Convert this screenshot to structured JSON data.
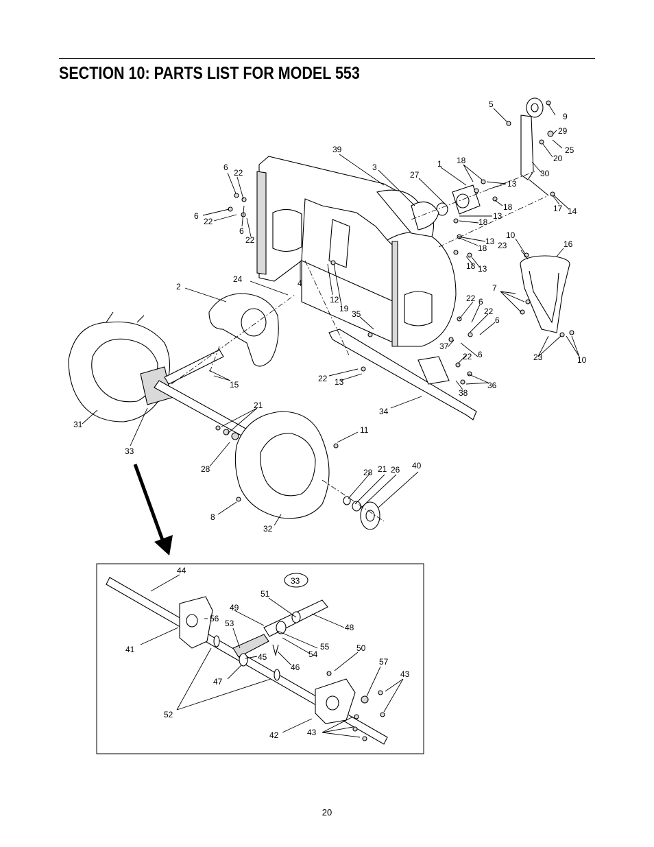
{
  "page": {
    "title": "SECTION 10:  PARTS LIST FOR MODEL 553",
    "page_number": "20"
  },
  "inset": {
    "circled_label": "33"
  },
  "callouts": [
    {
      "id": "c5",
      "text": "5"
    },
    {
      "id": "c9",
      "text": "9"
    },
    {
      "id": "c29",
      "text": "29"
    },
    {
      "id": "c25",
      "text": "25"
    },
    {
      "id": "c20",
      "text": "20"
    },
    {
      "id": "c30",
      "text": "30"
    },
    {
      "id": "c39",
      "text": "39"
    },
    {
      "id": "c3",
      "text": "3"
    },
    {
      "id": "c1",
      "text": "1"
    },
    {
      "id": "c18a",
      "text": "18"
    },
    {
      "id": "c27",
      "text": "27"
    },
    {
      "id": "c13a",
      "text": "13"
    },
    {
      "id": "c18b",
      "text": "18"
    },
    {
      "id": "c13b",
      "text": "13"
    },
    {
      "id": "c18c",
      "text": "18"
    },
    {
      "id": "c13c",
      "text": "13"
    },
    {
      "id": "c18d",
      "text": "18"
    },
    {
      "id": "c18e",
      "text": "18"
    },
    {
      "id": "c13d",
      "text": "13"
    },
    {
      "id": "c17",
      "text": "17"
    },
    {
      "id": "c14",
      "text": "14"
    },
    {
      "id": "c6a",
      "text": "6"
    },
    {
      "id": "c22a",
      "text": "22"
    },
    {
      "id": "c6b",
      "text": "6"
    },
    {
      "id": "c22b",
      "text": "22"
    },
    {
      "id": "c6c",
      "text": "6"
    },
    {
      "id": "c22c",
      "text": "22"
    },
    {
      "id": "c10a",
      "text": "10"
    },
    {
      "id": "c16",
      "text": "16"
    },
    {
      "id": "c23a",
      "text": "23"
    },
    {
      "id": "c24",
      "text": "24"
    },
    {
      "id": "c4",
      "text": "4"
    },
    {
      "id": "c2",
      "text": "2"
    },
    {
      "id": "c12",
      "text": "12"
    },
    {
      "id": "c19",
      "text": "19"
    },
    {
      "id": "c7",
      "text": "7"
    },
    {
      "id": "c22d",
      "text": "22"
    },
    {
      "id": "c6d",
      "text": "6"
    },
    {
      "id": "c22e",
      "text": "22"
    },
    {
      "id": "c6e",
      "text": "6"
    },
    {
      "id": "c35",
      "text": "35"
    },
    {
      "id": "c37",
      "text": "37"
    },
    {
      "id": "c22f",
      "text": "22"
    },
    {
      "id": "c6f",
      "text": "6"
    },
    {
      "id": "c23b",
      "text": "23"
    },
    {
      "id": "c10b",
      "text": "10"
    },
    {
      "id": "c15",
      "text": "15"
    },
    {
      "id": "c22g",
      "text": "22"
    },
    {
      "id": "c13e",
      "text": "13"
    },
    {
      "id": "c36",
      "text": "36"
    },
    {
      "id": "c38",
      "text": "38"
    },
    {
      "id": "c34",
      "text": "34"
    },
    {
      "id": "c31",
      "text": "31"
    },
    {
      "id": "c21a",
      "text": "21"
    },
    {
      "id": "c33",
      "text": "33"
    },
    {
      "id": "c11",
      "text": "11"
    },
    {
      "id": "c28a",
      "text": "28"
    },
    {
      "id": "c40",
      "text": "40"
    },
    {
      "id": "c28b",
      "text": "28"
    },
    {
      "id": "c21b",
      "text": "21"
    },
    {
      "id": "c26",
      "text": "26"
    },
    {
      "id": "c8",
      "text": "8"
    },
    {
      "id": "c32",
      "text": "32"
    },
    {
      "id": "c44",
      "text": "44"
    },
    {
      "id": "c51",
      "text": "51"
    },
    {
      "id": "c49",
      "text": "49"
    },
    {
      "id": "c56",
      "text": "56"
    },
    {
      "id": "c53",
      "text": "53"
    },
    {
      "id": "c48",
      "text": "48"
    },
    {
      "id": "c41",
      "text": "41"
    },
    {
      "id": "c55",
      "text": "55"
    },
    {
      "id": "c54",
      "text": "54"
    },
    {
      "id": "c45",
      "text": "45"
    },
    {
      "id": "c46",
      "text": "46"
    },
    {
      "id": "c50",
      "text": "50"
    },
    {
      "id": "c57",
      "text": "57"
    },
    {
      "id": "c43a",
      "text": "43"
    },
    {
      "id": "c47",
      "text": "47"
    },
    {
      "id": "c52",
      "text": "52"
    },
    {
      "id": "c42",
      "text": "42"
    },
    {
      "id": "c43b",
      "text": "43"
    }
  ]
}
